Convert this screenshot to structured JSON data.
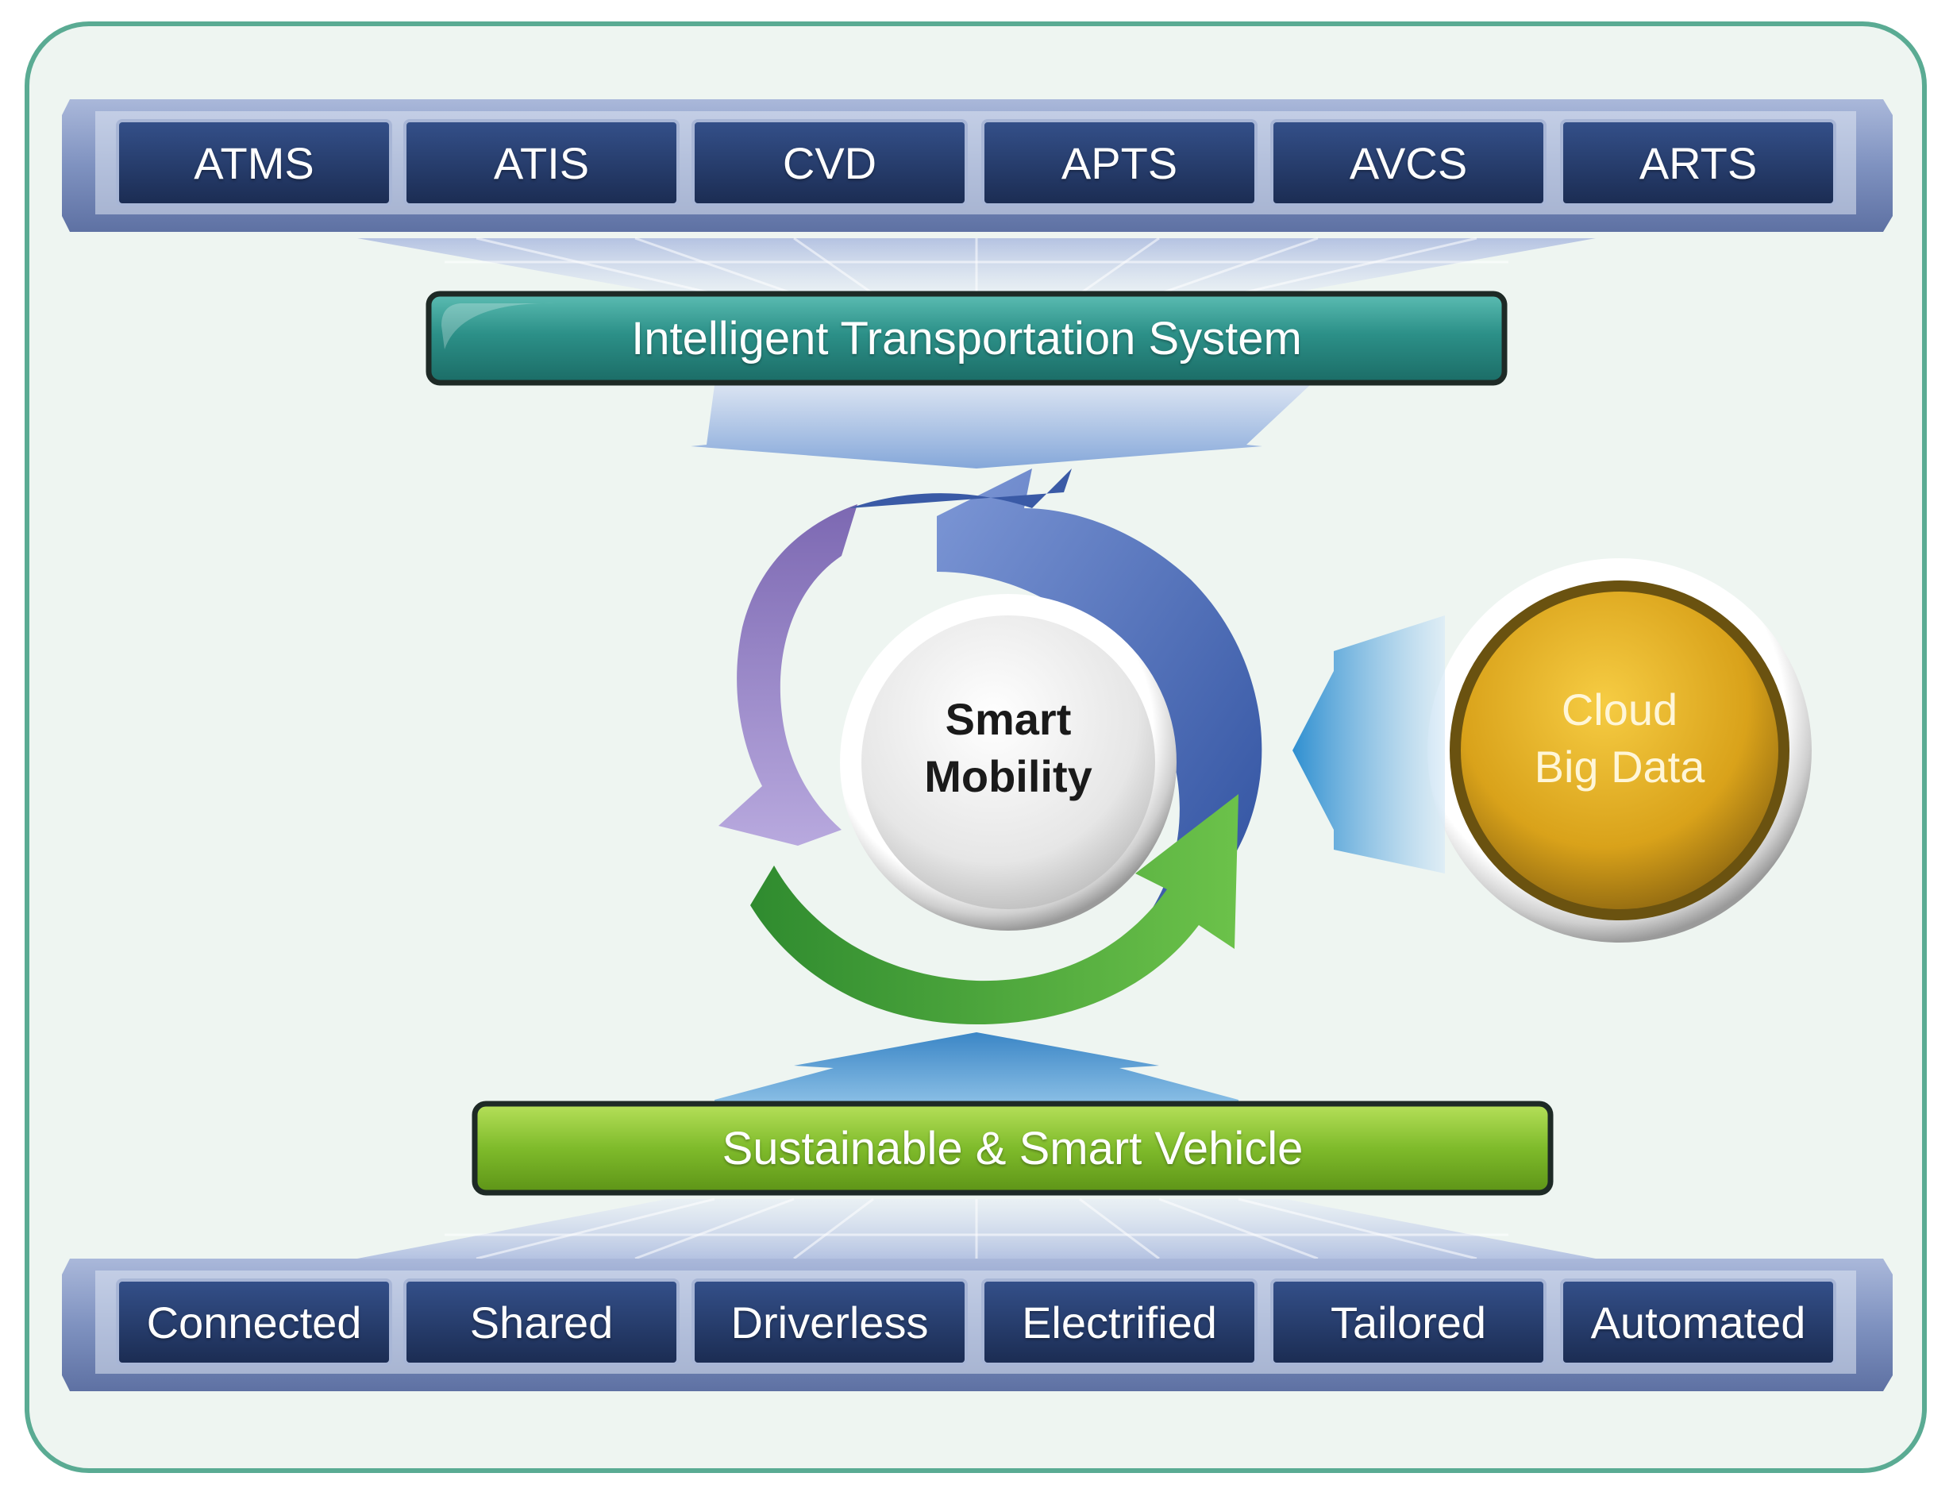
{
  "top_row": {
    "items": [
      {
        "label": "ATMS"
      },
      {
        "label": "ATIS"
      },
      {
        "label": "CVD"
      },
      {
        "label": "APTS"
      },
      {
        "label": "AVCS"
      },
      {
        "label": "ARTS"
      }
    ]
  },
  "its_bar": {
    "label": "Intelligent Transportation System",
    "color": "#2a8a84"
  },
  "center": {
    "line1": "Smart",
    "line2": "Mobility"
  },
  "cloud": {
    "line1": "Cloud",
    "line2": "Big Data",
    "color": "#d9a21a"
  },
  "vehicle_bar": {
    "label": "Sustainable & Smart Vehicle",
    "color": "#7cb82a"
  },
  "bottom_row": {
    "items": [
      {
        "label": "Connected"
      },
      {
        "label": "Shared"
      },
      {
        "label": "Driverless"
      },
      {
        "label": "Electrified"
      },
      {
        "label": "Tailored"
      },
      {
        "label": "Automated"
      }
    ]
  },
  "colors": {
    "frame_border": "#5aab93",
    "frame_fill": "#eef5f1",
    "tile_fill": "#23375f",
    "tray_fill": "#8fa0c7",
    "cycle_blue": "#3f63b3",
    "cycle_purple": "#8e7cc0",
    "cycle_green": "#3f9e3a",
    "arrow_blue": "#4a9fd4"
  }
}
